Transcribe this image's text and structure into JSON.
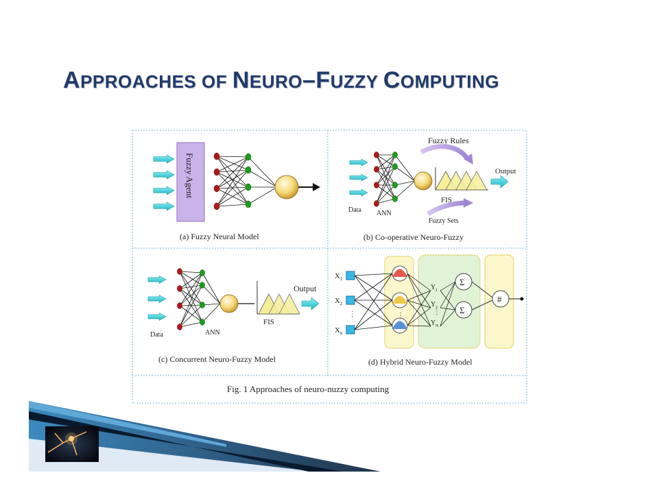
{
  "slide": {
    "title_parts": [
      {
        "cap": "A",
        "rest": "PPROACHES OF "
      },
      {
        "cap": "N",
        "rest": "EURO"
      },
      {
        "cap": "–",
        "rest": ""
      },
      {
        "cap": "F",
        "rest": "UZZY "
      },
      {
        "cap": "C",
        "rest": "OMPUTING"
      }
    ]
  },
  "figure": {
    "caption": "Fig. 1 Approaches of neuro-nuzzy computing",
    "panel_a": {
      "caption": "(a) Fuzzy Neural Model",
      "agent_label": "Fuzzy Agent"
    },
    "panel_b": {
      "caption": "(b) Co-operative Neuro-Fuzzy",
      "fuzzy_rules": "Fuzzy Rules",
      "output": "Output",
      "fis": "FIS",
      "data": "Data",
      "ann": "ANN",
      "fuzzy_sets": "Fuzzy Sets"
    },
    "panel_c": {
      "caption": "(c) Concurrent Neuro-Fuzzy Model",
      "output": "Output",
      "fis": "FIS",
      "ann": "ANN",
      "data": "Data"
    },
    "panel_d": {
      "caption": "(d) Hybrid Neuro-Fuzzy Model",
      "inputs": [
        "X",
        "X",
        "X"
      ],
      "input_subs": [
        "1",
        "2",
        "n"
      ],
      "outputs": [
        "Y",
        "Y",
        "Y"
      ],
      "output_subs": [
        "1",
        "2",
        "N"
      ],
      "sum_symbol": "Σ",
      "hash_symbol": "#"
    }
  },
  "colors": {
    "title": "#1f3a6e",
    "arrow_cyan": "#3dd6e0",
    "agent_box": "#c9b3e8",
    "node_red": "#b01818",
    "node_green": "#19a019",
    "neuron_gold": "#f2c24a",
    "fuzzy_fill": "#f5ef9a",
    "hybrid_bg_yellow": "#fbf7cc",
    "hybrid_bg_green": "#dff3d6",
    "input_square": "#3ab8e8",
    "border_dotted": "#7fb3d5",
    "decor_navy": "#0f2a4a"
  }
}
